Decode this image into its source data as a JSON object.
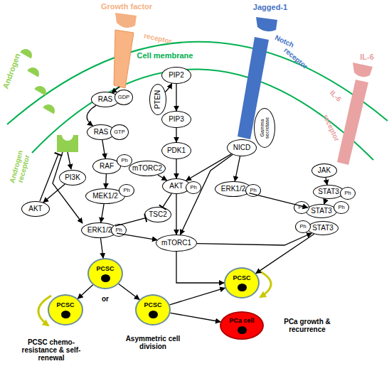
{
  "diagram": {
    "nodes": [
      {
        "text": [
          "PIP2"
        ]
      },
      {
        "text": [
          "RAS"
        ]
      },
      {
        "text": [
          "GDP"
        ]
      },
      {
        "text": [
          "PTEN"
        ]
      },
      {
        "text": [
          "PIP3"
        ]
      },
      {
        "text": [
          "Gamma secretase"
        ]
      },
      {
        "text": [
          "RAS"
        ]
      },
      {
        "text": [
          "GTP"
        ]
      },
      {
        "text": [
          "NICD"
        ]
      },
      {
        "text": [
          "PDK1"
        ]
      },
      {
        "text": [
          "PI3K"
        ]
      },
      {
        "text": [
          "RAF"
        ]
      },
      {
        "text": [
          "Ph"
        ]
      },
      {
        "text": [
          "mTORC2"
        ]
      },
      {
        "text": [
          "JAK"
        ]
      },
      {
        "text": [
          "AKT"
        ]
      },
      {
        "text": [
          "Ph"
        ]
      },
      {
        "text": [
          "STAT3"
        ]
      },
      {
        "text": [
          "Ph"
        ]
      },
      {
        "text": [
          "ERK1/2"
        ]
      },
      {
        "text": [
          "Ph"
        ]
      },
      {
        "text": [
          "MEK1/2"
        ]
      },
      {
        "text": [
          "Ph"
        ]
      },
      {
        "text": [
          "AKT"
        ]
      },
      {
        "text": [
          "STAT3"
        ]
      },
      {
        "text": [
          "Ph"
        ]
      },
      {
        "text": [
          "Ph"
        ]
      },
      {
        "text": [
          "TSC2"
        ]
      },
      {
        "text": [
          "STAT3"
        ]
      },
      {
        "text": [
          "Ph"
        ]
      },
      {
        "text": [
          "ERK1/2"
        ]
      },
      {
        "text": [
          "Ph"
        ]
      },
      {
        "text": [
          "mTORC1"
        ]
      },
      {
        "text": [
          "PCSC"
        ]
      },
      {
        "text": [
          "PCSC"
        ]
      },
      {
        "text": [
          "PCSC"
        ]
      },
      {
        "text": [
          "PCSC"
        ]
      },
      {
        "text": [
          "PCa cell"
        ]
      }
    ],
    "edges": [
      {
        "from": 1,
        "to": 6,
        "arrow": "to"
      },
      {
        "from": 0,
        "to": 4,
        "arrow": "to"
      },
      {
        "from": 3,
        "to": 0,
        "arrow": "to"
      },
      {
        "from": 6,
        "to": 11,
        "arrow": "to"
      },
      {
        "from": 11,
        "to": 21,
        "arrow": "to"
      },
      {
        "from": 21,
        "to": 30,
        "arrow": "to"
      },
      {
        "from": 4,
        "to": 9,
        "arrow": "to"
      },
      {
        "from": 9,
        "to": 15,
        "arrow": "to"
      },
      {
        "from": 13,
        "to": 15,
        "arrow": "to"
      },
      {
        "from": 15,
        "to": 32,
        "arrow": "to"
      },
      {
        "from": 15,
        "to": 27,
        "arrow": "to"
      },
      {
        "from": 30,
        "to": 27,
        "arrow": "to"
      },
      {
        "from": 30,
        "to": 32,
        "arrow": "to"
      },
      {
        "from": 30,
        "to": 33,
        "arrow": "to"
      },
      {
        "from": 10,
        "to": 23,
        "arrow": "to"
      },
      {
        "from": 8,
        "to": 15,
        "arrow": "to"
      },
      {
        "from": 8,
        "to": 19,
        "arrow": "to"
      },
      {
        "from": 8,
        "to": 32,
        "arrow": "to"
      },
      {
        "from": 19,
        "to": 24,
        "arrow": "to"
      },
      {
        "from": 14,
        "to": 17,
        "arrow": "to"
      },
      {
        "from": 17,
        "to": 24,
        "arrow": "to"
      },
      {
        "from": 32,
        "to": 28,
        "arrow": "to"
      },
      {
        "from": 28,
        "to": 34,
        "arrow": "to"
      },
      {
        "from": 32,
        "to": 34,
        "arrow": "to"
      },
      {
        "from": 33,
        "to": 35,
        "arrow": "to"
      },
      {
        "from": 33,
        "to": 36,
        "arrow": "to"
      },
      {
        "from": 36,
        "to": 34,
        "arrow": "to"
      },
      {
        "from": 36,
        "to": 37,
        "arrow": "to"
      }
    ],
    "labels": [
      "Growth factor",
      "Jagged-1",
      "receptor",
      "Notch",
      "receptor",
      "Cell membrane",
      "Androgen",
      "IL-6",
      "IL-6",
      "receptor",
      "Androgen receptor",
      "or",
      "PCSC chemo-resistance & self-renewal",
      "Asymmetric cell division",
      "PCa growth & recurrence"
    ]
  }
}
